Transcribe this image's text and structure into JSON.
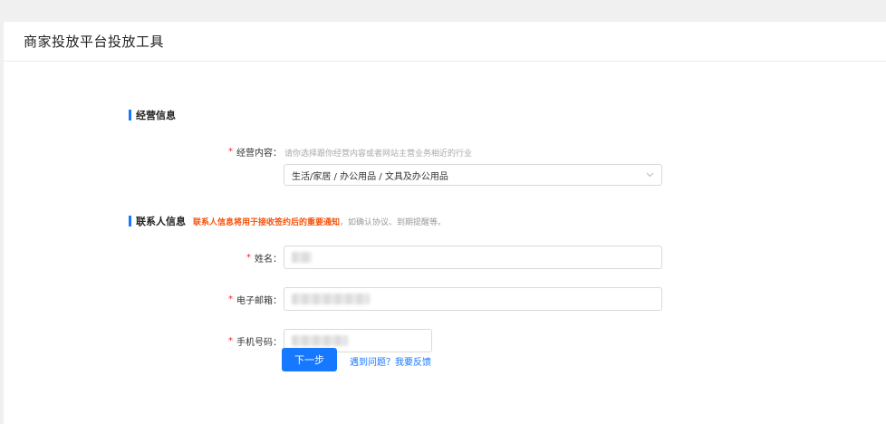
{
  "header": {
    "title": "商家投放平台投放工具"
  },
  "business_section": {
    "title": "经营信息",
    "content_label": "经营内容：",
    "content_hint": "请你选择跟你经营内容或者网站主营业务相近的行业",
    "content_value": "生活/家居 / 办公用品 / 文具及办公用品"
  },
  "contact_section": {
    "title": "联系人信息",
    "note_warn": "联系人信息将用于接收签约后的重要通知",
    "note_rest": "，如确认协议、到期提醒等。",
    "name_label": "姓名：",
    "email_label": "电子邮箱：",
    "phone_label": "手机号码："
  },
  "required_mark": "*",
  "actions": {
    "next_label": "下一步",
    "feedback_label": "遇到问题？我要反馈"
  },
  "icons": {
    "select_arrow": "chevron-down-icon"
  },
  "colors": {
    "accent": "#1677ff",
    "warning": "#f5520b",
    "required": "#f5222d"
  }
}
